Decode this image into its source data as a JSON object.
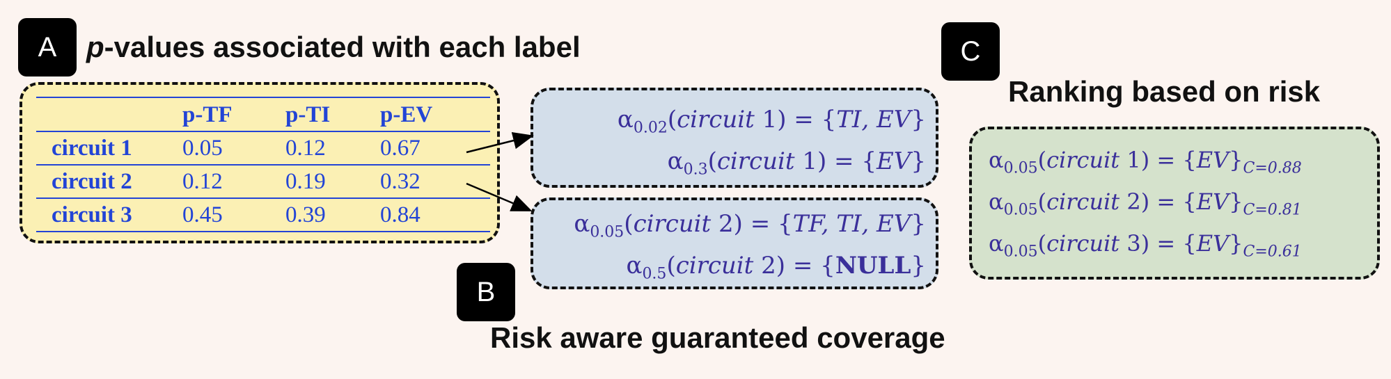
{
  "badges": {
    "a": "A",
    "b": "B",
    "c": "C"
  },
  "headings": {
    "a_italic": "p",
    "a_rest": "-values associated with each label",
    "b": "Risk aware guaranteed coverage",
    "c": "Ranking based on risk"
  },
  "table": {
    "headers": [
      "",
      "p-TF",
      "p-TI",
      "p-EV"
    ],
    "rows": [
      {
        "label": "circuit 1",
        "values": [
          "0.05",
          "0.12",
          "0.67"
        ]
      },
      {
        "label": "circuit 2",
        "values": [
          "0.12",
          "0.19",
          "0.32"
        ]
      },
      {
        "label": "circuit 3",
        "values": [
          "0.45",
          "0.39",
          "0.84"
        ]
      }
    ]
  },
  "panel_b": [
    [
      {
        "alpha": "α",
        "sub": "0.02",
        "circuit": "circuit",
        "num": " 1) = {",
        "set": "TI, EV",
        "close": "}"
      },
      {
        "alpha": "α",
        "sub": "0.3",
        "circuit": "circuit",
        "num": " 1) = {",
        "set": "EV",
        "close": "}"
      }
    ],
    [
      {
        "alpha": "α",
        "sub": "0.05",
        "circuit": "circuit",
        "num": " 2) = {",
        "set": "TF, TI, EV",
        "close": "}"
      },
      {
        "alpha": "α",
        "sub": "0.5",
        "circuit": "circuit",
        "num": " 2) = {",
        "bold_set": "NULL",
        "close": "}"
      }
    ]
  ],
  "panel_c": [
    {
      "alpha": "α",
      "sub": "0.05",
      "circuit": "circuit",
      "num": " 1) = {",
      "set": "EV",
      "close": "}",
      "conf": "C=0.88"
    },
    {
      "alpha": "α",
      "sub": "0.05",
      "circuit": "circuit",
      "num": " 2) = {",
      "set": "EV",
      "close": "}",
      "conf": "C=0.81"
    },
    {
      "alpha": "α",
      "sub": "0.05",
      "circuit": "circuit",
      "num": " 3) = {",
      "set": "EV",
      "close": "}",
      "conf": "C=0.61"
    }
  ],
  "colors": {
    "table_text": "#2244d6",
    "math_text": "#3a2f9a",
    "panel_a": "#fbf0b4",
    "panel_b": "#d3deea",
    "panel_c": "#d5e2cc"
  }
}
